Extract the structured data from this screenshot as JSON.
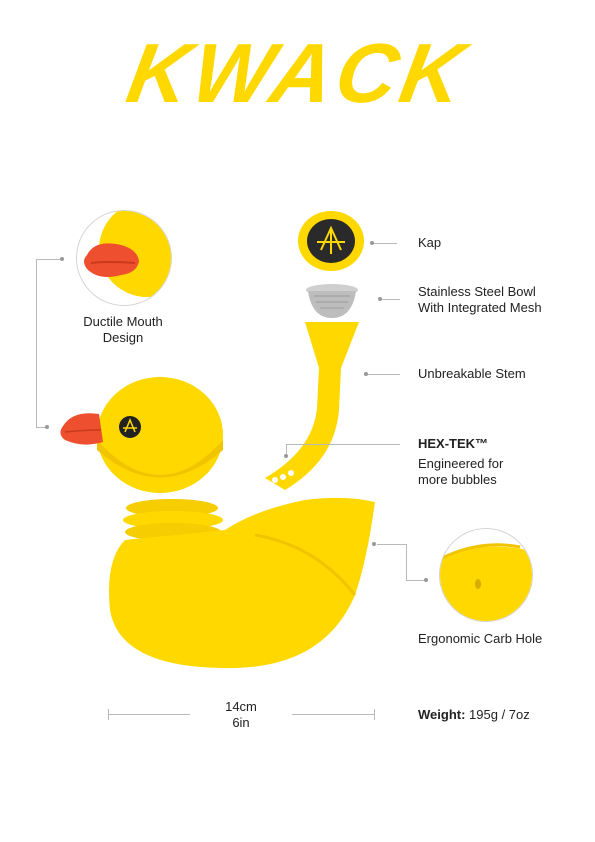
{
  "brand": {
    "logo_text": "KWACK",
    "color_yellow": "#ffd800",
    "color_beak": "#ee4f2e"
  },
  "callouts": {
    "mouth_line1": "Ductile Mouth",
    "mouth_line2": "Design",
    "kap": "Kap",
    "bowl_line1": "Stainless Steel Bowl",
    "bowl_line2": "With Integrated Mesh",
    "stem": "Unbreakable Stem",
    "hextek_title": "HEX-TEK™",
    "hextek_line1": "Engineered for",
    "hextek_line2": "more bubbles",
    "carb": "Ergonomic Carb Hole"
  },
  "dimensions": {
    "metric": "14cm",
    "imperial": "6in"
  },
  "weight": {
    "label": "Weight:",
    "value": "195g / 7oz"
  }
}
